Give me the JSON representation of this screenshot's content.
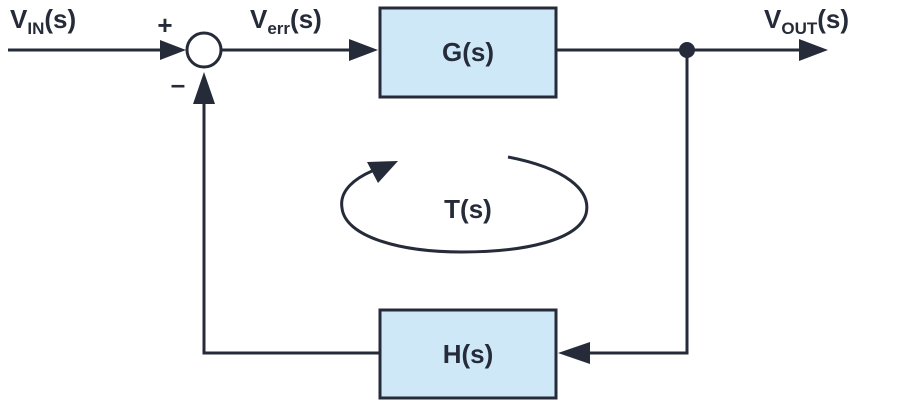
{
  "signals": {
    "vin": {
      "main": "V",
      "sub": "IN",
      "suffix": "(s)"
    },
    "verr": {
      "main": "V",
      "sub": "err",
      "suffix": "(s)"
    },
    "vout": {
      "main": "V",
      "sub": "OUT",
      "suffix": "(s)"
    }
  },
  "blocks": {
    "forward": "G(s)",
    "feedback": "H(s)"
  },
  "summing_junction": {
    "plus_sign": "+",
    "minus_sign": "–"
  },
  "loop_gain_label": "T(s)",
  "colors": {
    "block_fill": "#cfe8f8",
    "line": "#262b3a"
  }
}
